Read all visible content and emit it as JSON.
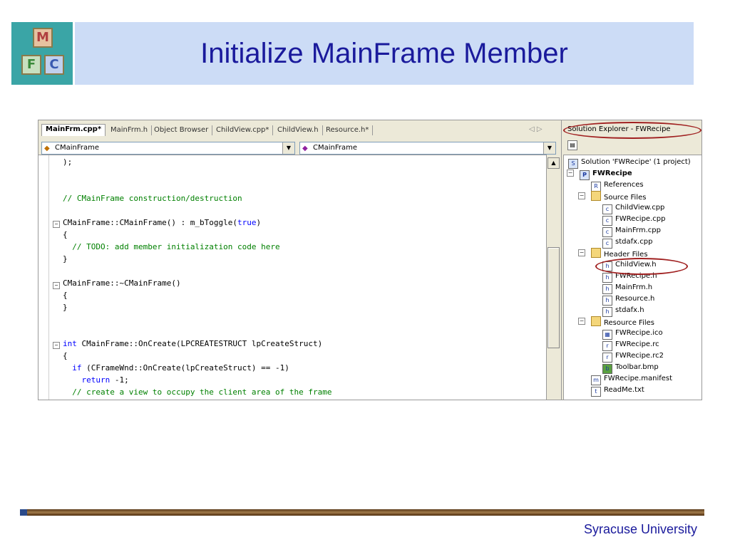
{
  "slide": {
    "title": "Initialize MainFrame Member",
    "footer": "Syracuse University",
    "logo_letters": {
      "m": "M",
      "f": "F",
      "c": "C"
    }
  },
  "ide": {
    "tabs": [
      "MainFrm.cpp*",
      "MainFrm.h",
      "Object Browser",
      "ChildView.cpp*",
      "ChildView.h",
      "Resource.h*"
    ],
    "tab_nav": "◁ ▷",
    "class_combo": "CMainFrame",
    "member_combo": "CMainFrame",
    "code_lines": [
      {
        "pre": ");",
        "kw": "",
        "post": "",
        "cm": ""
      },
      {
        "pre": "",
        "kw": "",
        "post": "",
        "cm": ""
      },
      {
        "pre": "",
        "kw": "",
        "post": "",
        "cm": ""
      },
      {
        "pre": "",
        "kw": "",
        "post": "",
        "cm": "// CMainFrame construction/destruction"
      },
      {
        "pre": "",
        "kw": "",
        "post": "",
        "cm": ""
      },
      {
        "pre": "CMainFrame::CMainFrame() : m_bToggle(",
        "kw": "true",
        "post": ")",
        "cm": ""
      },
      {
        "pre": "{",
        "kw": "",
        "post": "",
        "cm": ""
      },
      {
        "pre": "  ",
        "kw": "",
        "post": "",
        "cm": "// TODO: add member initialization code here"
      },
      {
        "pre": "}",
        "kw": "",
        "post": "",
        "cm": ""
      },
      {
        "pre": "",
        "kw": "",
        "post": "",
        "cm": ""
      },
      {
        "pre": "CMainFrame::~CMainFrame()",
        "kw": "",
        "post": "",
        "cm": ""
      },
      {
        "pre": "{",
        "kw": "",
        "post": "",
        "cm": ""
      },
      {
        "pre": "}",
        "kw": "",
        "post": "",
        "cm": ""
      },
      {
        "pre": "",
        "kw": "",
        "post": "",
        "cm": ""
      },
      {
        "pre": "",
        "kw": "",
        "post": "",
        "cm": ""
      },
      {
        "pre": "",
        "kw": "int",
        "post": " CMainFrame::OnCreate(LPCREATESTRUCT lpCreateStruct)",
        "cm": ""
      },
      {
        "pre": "{",
        "kw": "",
        "post": "",
        "cm": ""
      },
      {
        "pre": "  ",
        "kw": "if",
        "post": " (CFrameWnd::OnCreate(lpCreateStruct) == -1)",
        "cm": ""
      },
      {
        "pre": "    ",
        "kw": "return",
        "post": " -1;",
        "cm": ""
      },
      {
        "pre": "  ",
        "kw": "",
        "post": "",
        "cm": "// create a view to occupy the client area of the frame"
      }
    ]
  },
  "solution_explorer": {
    "title": "Solution Explorer - FWRecipe",
    "nodes": [
      {
        "label": "Solution 'FWRecipe' (1 project)",
        "icon": "solution-icon",
        "glyph": "S"
      },
      {
        "label": "FWRecipe",
        "icon": "project-icon",
        "glyph": "P"
      },
      {
        "label": "References",
        "icon": "references-icon",
        "glyph": "R"
      },
      {
        "label": "Source Files",
        "icon": "folder-icon",
        "glyph": ""
      },
      {
        "label": "ChildView.cpp",
        "icon": "cpp-file-icon",
        "glyph": "c"
      },
      {
        "label": "FWRecipe.cpp",
        "icon": "cpp-file-icon",
        "glyph": "c"
      },
      {
        "label": "MainFrm.cpp",
        "icon": "cpp-file-icon",
        "glyph": "c"
      },
      {
        "label": "stdafx.cpp",
        "icon": "cpp-file-icon",
        "glyph": "c"
      },
      {
        "label": "Header Files",
        "icon": "folder-icon",
        "glyph": ""
      },
      {
        "label": "ChildView.h",
        "icon": "header-file-icon",
        "glyph": "h"
      },
      {
        "label": "FWRecipe.h",
        "icon": "header-file-icon",
        "glyph": "h"
      },
      {
        "label": "MainFrm.h",
        "icon": "header-file-icon",
        "glyph": "h"
      },
      {
        "label": "Resource.h",
        "icon": "header-file-icon",
        "glyph": "h"
      },
      {
        "label": "stdafx.h",
        "icon": "header-file-icon",
        "glyph": "h"
      },
      {
        "label": "Resource Files",
        "icon": "folder-icon",
        "glyph": ""
      },
      {
        "label": "FWRecipe.ico",
        "icon": "ico-file-icon",
        "glyph": "▦"
      },
      {
        "label": "FWRecipe.rc",
        "icon": "rc-file-icon",
        "glyph": "r"
      },
      {
        "label": "FWRecipe.rc2",
        "icon": "rc-file-icon",
        "glyph": "r"
      },
      {
        "label": "Toolbar.bmp",
        "icon": "bmp-file-icon",
        "glyph": "b"
      },
      {
        "label": "FWRecipe.manifest",
        "icon": "manifest-file-icon",
        "glyph": "m"
      },
      {
        "label": "ReadMe.txt",
        "icon": "txt-file-icon",
        "glyph": "t"
      }
    ]
  }
}
